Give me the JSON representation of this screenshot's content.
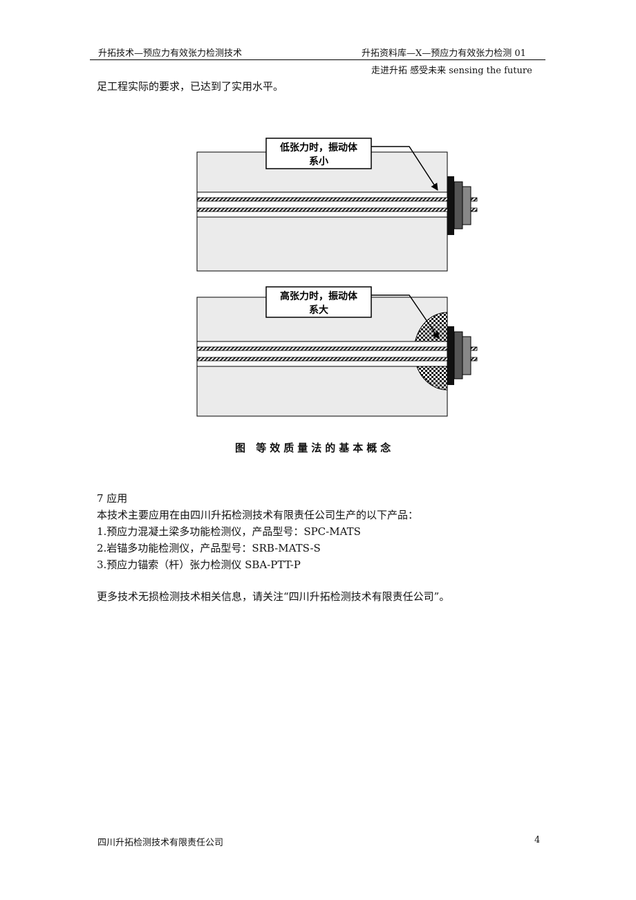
{
  "header": {
    "left": "升拓技术—预应力有效张力检测技术",
    "right": "升拓资料库—X—预应力有效张力检测 01",
    "tagline": "走进升拓  感受未来  sensing the future"
  },
  "intro_line": "足工程实际的要求，已达到了实用水平。",
  "figure": {
    "callout_top_line1": "低张力时，振动体",
    "callout_top_line2": "系小",
    "callout_bottom_line1": "高张力时，振动体",
    "callout_bottom_line2": "系大",
    "caption": "图    等效质量法的基本概念"
  },
  "section": {
    "heading": "7  应用",
    "lines": [
      "本技术主要应用在由四川升拓检测技术有限责任公司生产的以下产品：",
      "1.预应力混凝土梁多功能检测仪，产品型号：SPC-MATS",
      "2.岩锚多功能检测仪，产品型号：SRB-MATS-S",
      "3.预应力锚索（杆）张力检测仪 SBA-PTT-P"
    ],
    "closing": "更多技术无损检测技术相关信息，请关注“四川升拓检测技术有限责任公司”。"
  },
  "footer": {
    "company": "四川升拓检测技术有限责任公司",
    "page_number": "4"
  }
}
